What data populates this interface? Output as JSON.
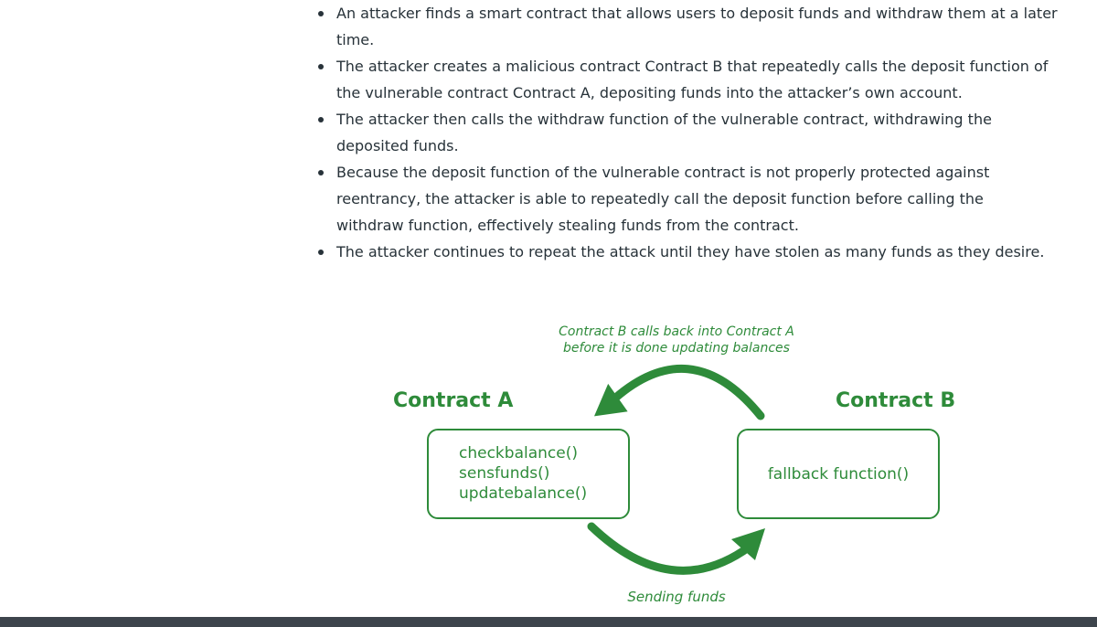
{
  "bullets": [
    "An attacker finds a smart contract that allows users to deposit funds and withdraw them at a later time.",
    "The attacker creates a malicious contract Contract B that repeatedly calls the deposit function of the vulnerable contract Contract A, depositing funds into the attacker’s own account.",
    "The attacker then calls the withdraw function of the vulnerable contract, withdrawing the deposited funds.",
    "Because the deposit function of the vulnerable contract is not properly protected against reentrancy, the attacker is able to repeatedly call the deposit function before calling the withdraw function, effectively stealing funds from the contract.",
    "The attacker continues to repeat the attack until they have stolen as many funds as they desire."
  ],
  "diagram": {
    "top_caption_line1": "Contract B calls back into Contract A",
    "top_caption_line2": "before it is done updating balances",
    "contract_a_title": "Contract A",
    "contract_b_title": "Contract B",
    "contract_a_functions": [
      "checkbalance()",
      "sensfunds()",
      "updatebalance()"
    ],
    "contract_b_function": "fallback function()",
    "bottom_caption": "Sending funds",
    "accent_color": "#2e8b3a"
  }
}
